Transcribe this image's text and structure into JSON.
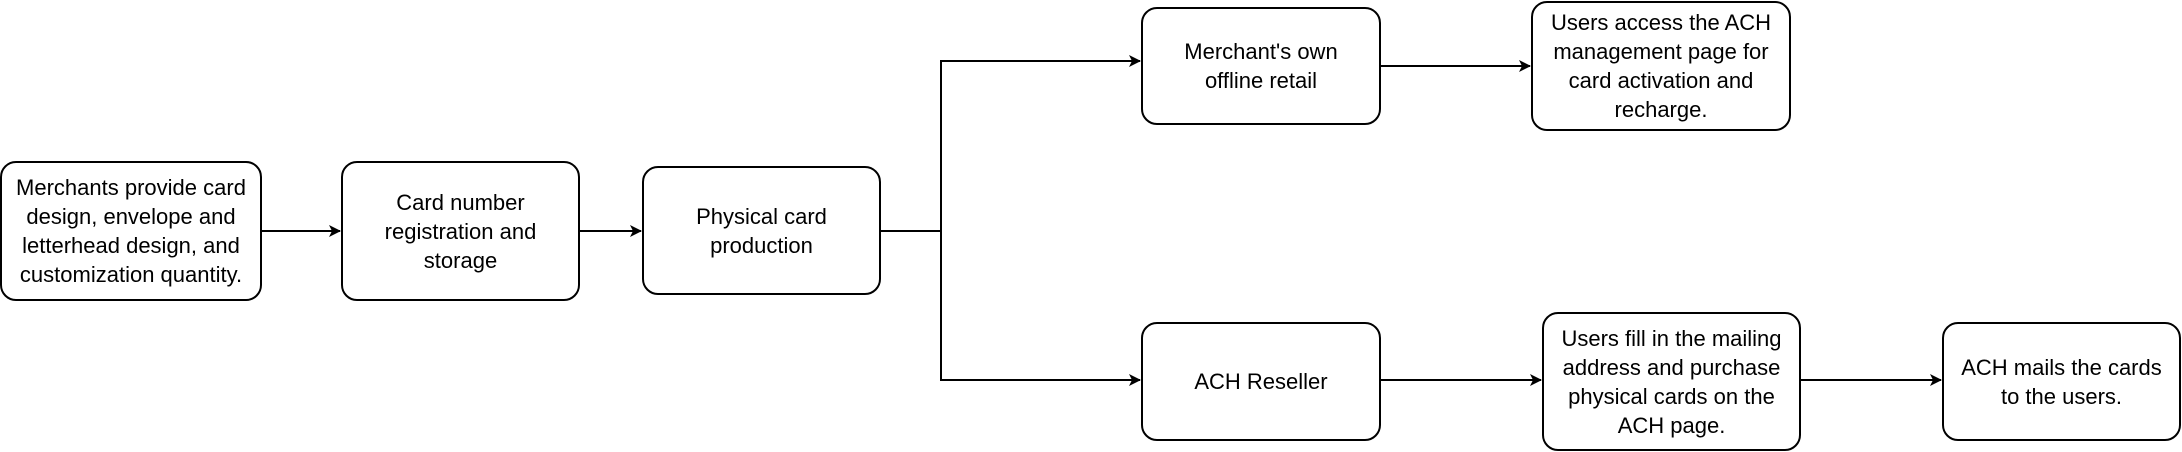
{
  "nodes": {
    "merchants_provide": "Merchants provide card design, envelope and letterhead design, and customization quantity.",
    "card_registration": "Card number registration and storage",
    "physical_production": "Physical card production",
    "merchant_offline": "Merchant's own offline retail",
    "users_access": "Users access the ACH management page for card activation and recharge.",
    "ach_reseller": "ACH Reseller",
    "users_fill": "Users fill in the mailing address and purchase physical cards on the ACH page.",
    "ach_mails": "ACH mails the cards to the users."
  }
}
